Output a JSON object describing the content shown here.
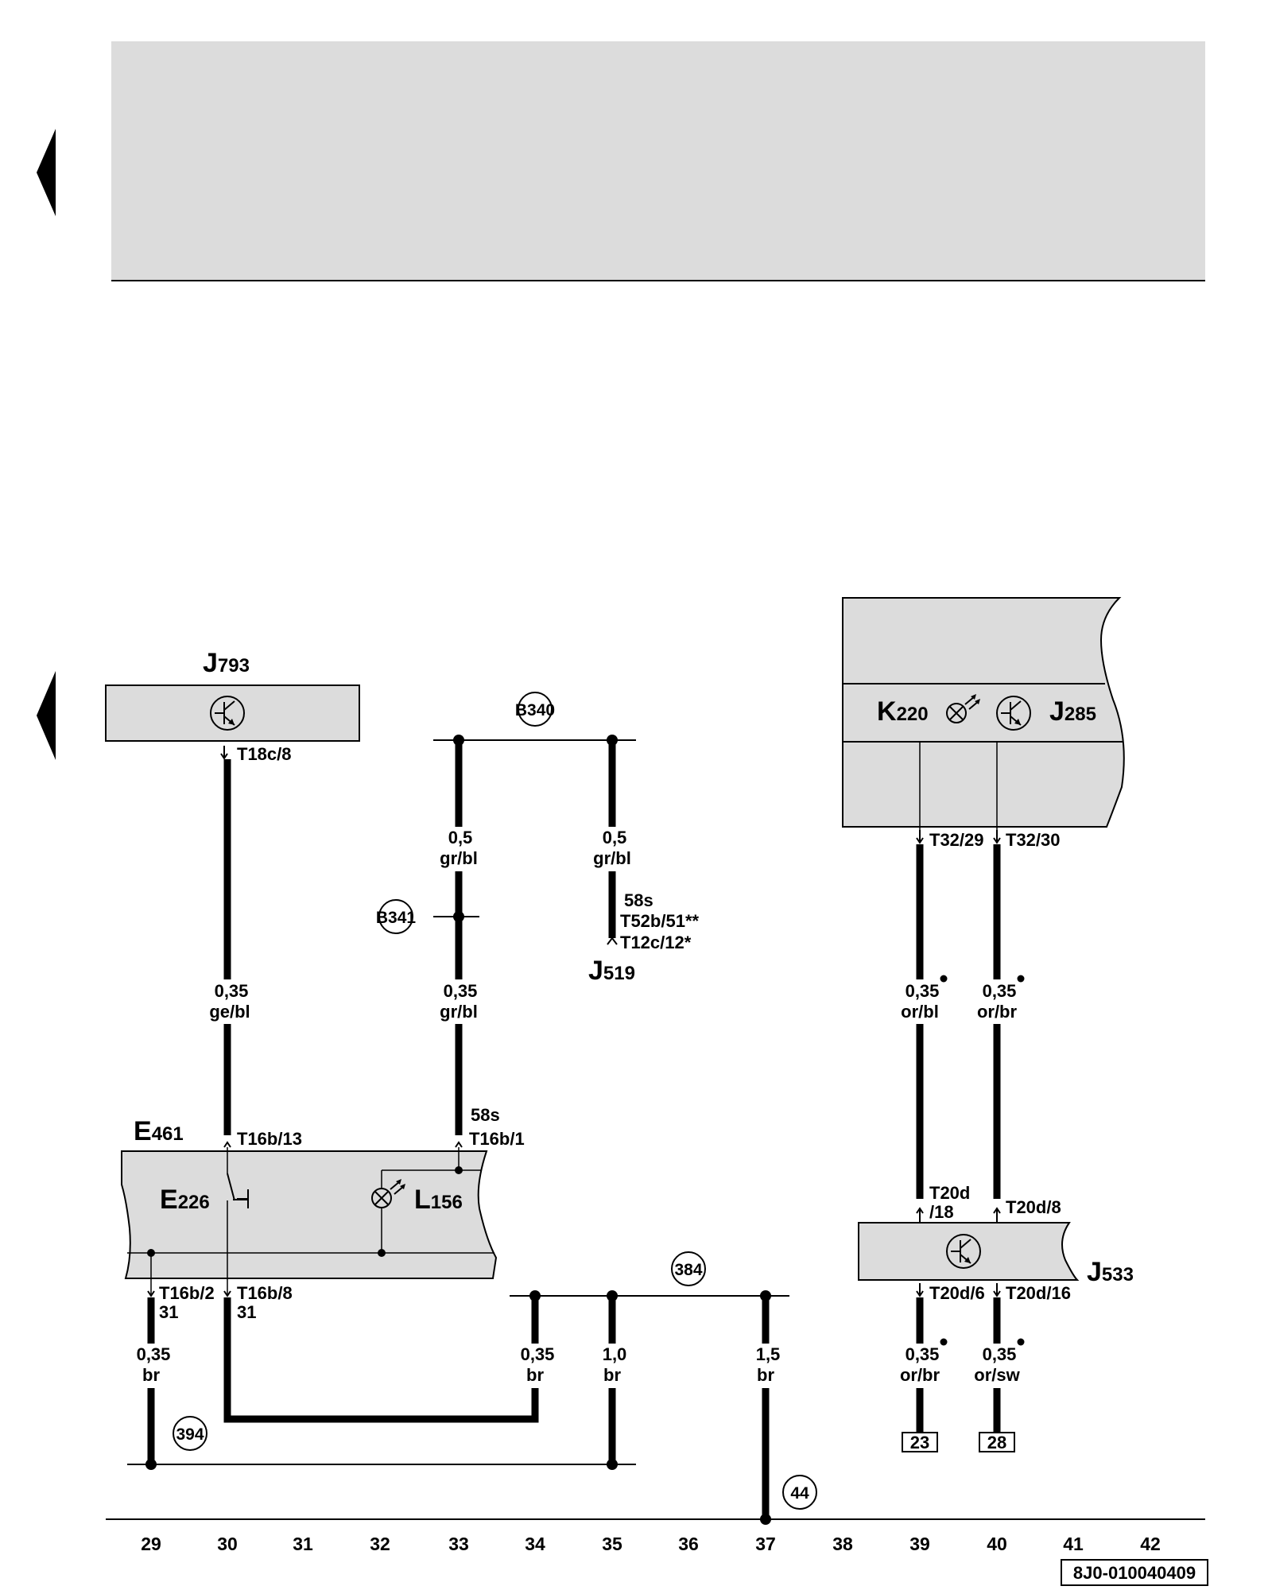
{
  "diagram": {
    "components": {
      "j793": {
        "letter": "J",
        "sub": "793"
      },
      "j519": {
        "letter": "J",
        "sub": "519"
      },
      "k220": {
        "letter": "K",
        "sub": "220"
      },
      "j285": {
        "letter": "J",
        "sub": "285"
      },
      "e461": {
        "letter": "E",
        "sub": "461"
      },
      "e226": {
        "letter": "E",
        "sub": "226"
      },
      "l156": {
        "letter": "L",
        "sub": "156"
      },
      "j533": {
        "letter": "J",
        "sub": "533"
      }
    },
    "connectors": {
      "t18c_8": "T18c/8",
      "t52b_51": "T52b/51",
      "t12c_12": "T12c/12",
      "t32_29": "T32/29",
      "t32_30": "T32/30",
      "t16b_13": "T16b/13",
      "t16b_1": "T16b/1",
      "t16b_2": "T16b/2",
      "t16b_8": "T16b/8",
      "t20d": "T20d",
      "t20d_18": "/18",
      "t20d_8": "T20d/8",
      "t20d_6": "T20d/6",
      "t20d_16": "T20d/16"
    },
    "markers": {
      "double_star": "**",
      "single_star": "*",
      "dot": "•"
    },
    "pin_labels": {
      "s58_a": "58s",
      "s58_b": "58s",
      "p31_a": "31",
      "p31_b": "31"
    },
    "nodes": {
      "b340": "B340",
      "b341": "B341",
      "n384": "384",
      "n394": "394",
      "n44": "44"
    },
    "wires": {
      "w1": {
        "size": "0,35",
        "color": "ge/bl"
      },
      "w2": {
        "size": "0,5",
        "color": "gr/bl"
      },
      "w3": {
        "size": "0,35",
        "color": "gr/bl"
      },
      "w4": {
        "size": "0,5",
        "color": "gr/bl"
      },
      "w5": {
        "size": "0,35",
        "color": "or/bl"
      },
      "w6": {
        "size": "0,35",
        "color": "or/br"
      },
      "w7": {
        "size": "0,35",
        "color": "br"
      },
      "w8": {
        "size": "0,35",
        "color": "br"
      },
      "w9": {
        "size": "1,0",
        "color": "br"
      },
      "w10": {
        "size": "1,5",
        "color": "br"
      },
      "w11": {
        "size": "0,35",
        "color": "or/br"
      },
      "w12": {
        "size": "0,35",
        "color": "or/sw"
      }
    },
    "refs": {
      "r23": "23",
      "r28": "28"
    },
    "current_tracks": [
      "29",
      "30",
      "31",
      "32",
      "33",
      "34",
      "35",
      "36",
      "37",
      "38",
      "39",
      "40",
      "41",
      "42"
    ],
    "diagram_id": "8J0-010040409"
  }
}
